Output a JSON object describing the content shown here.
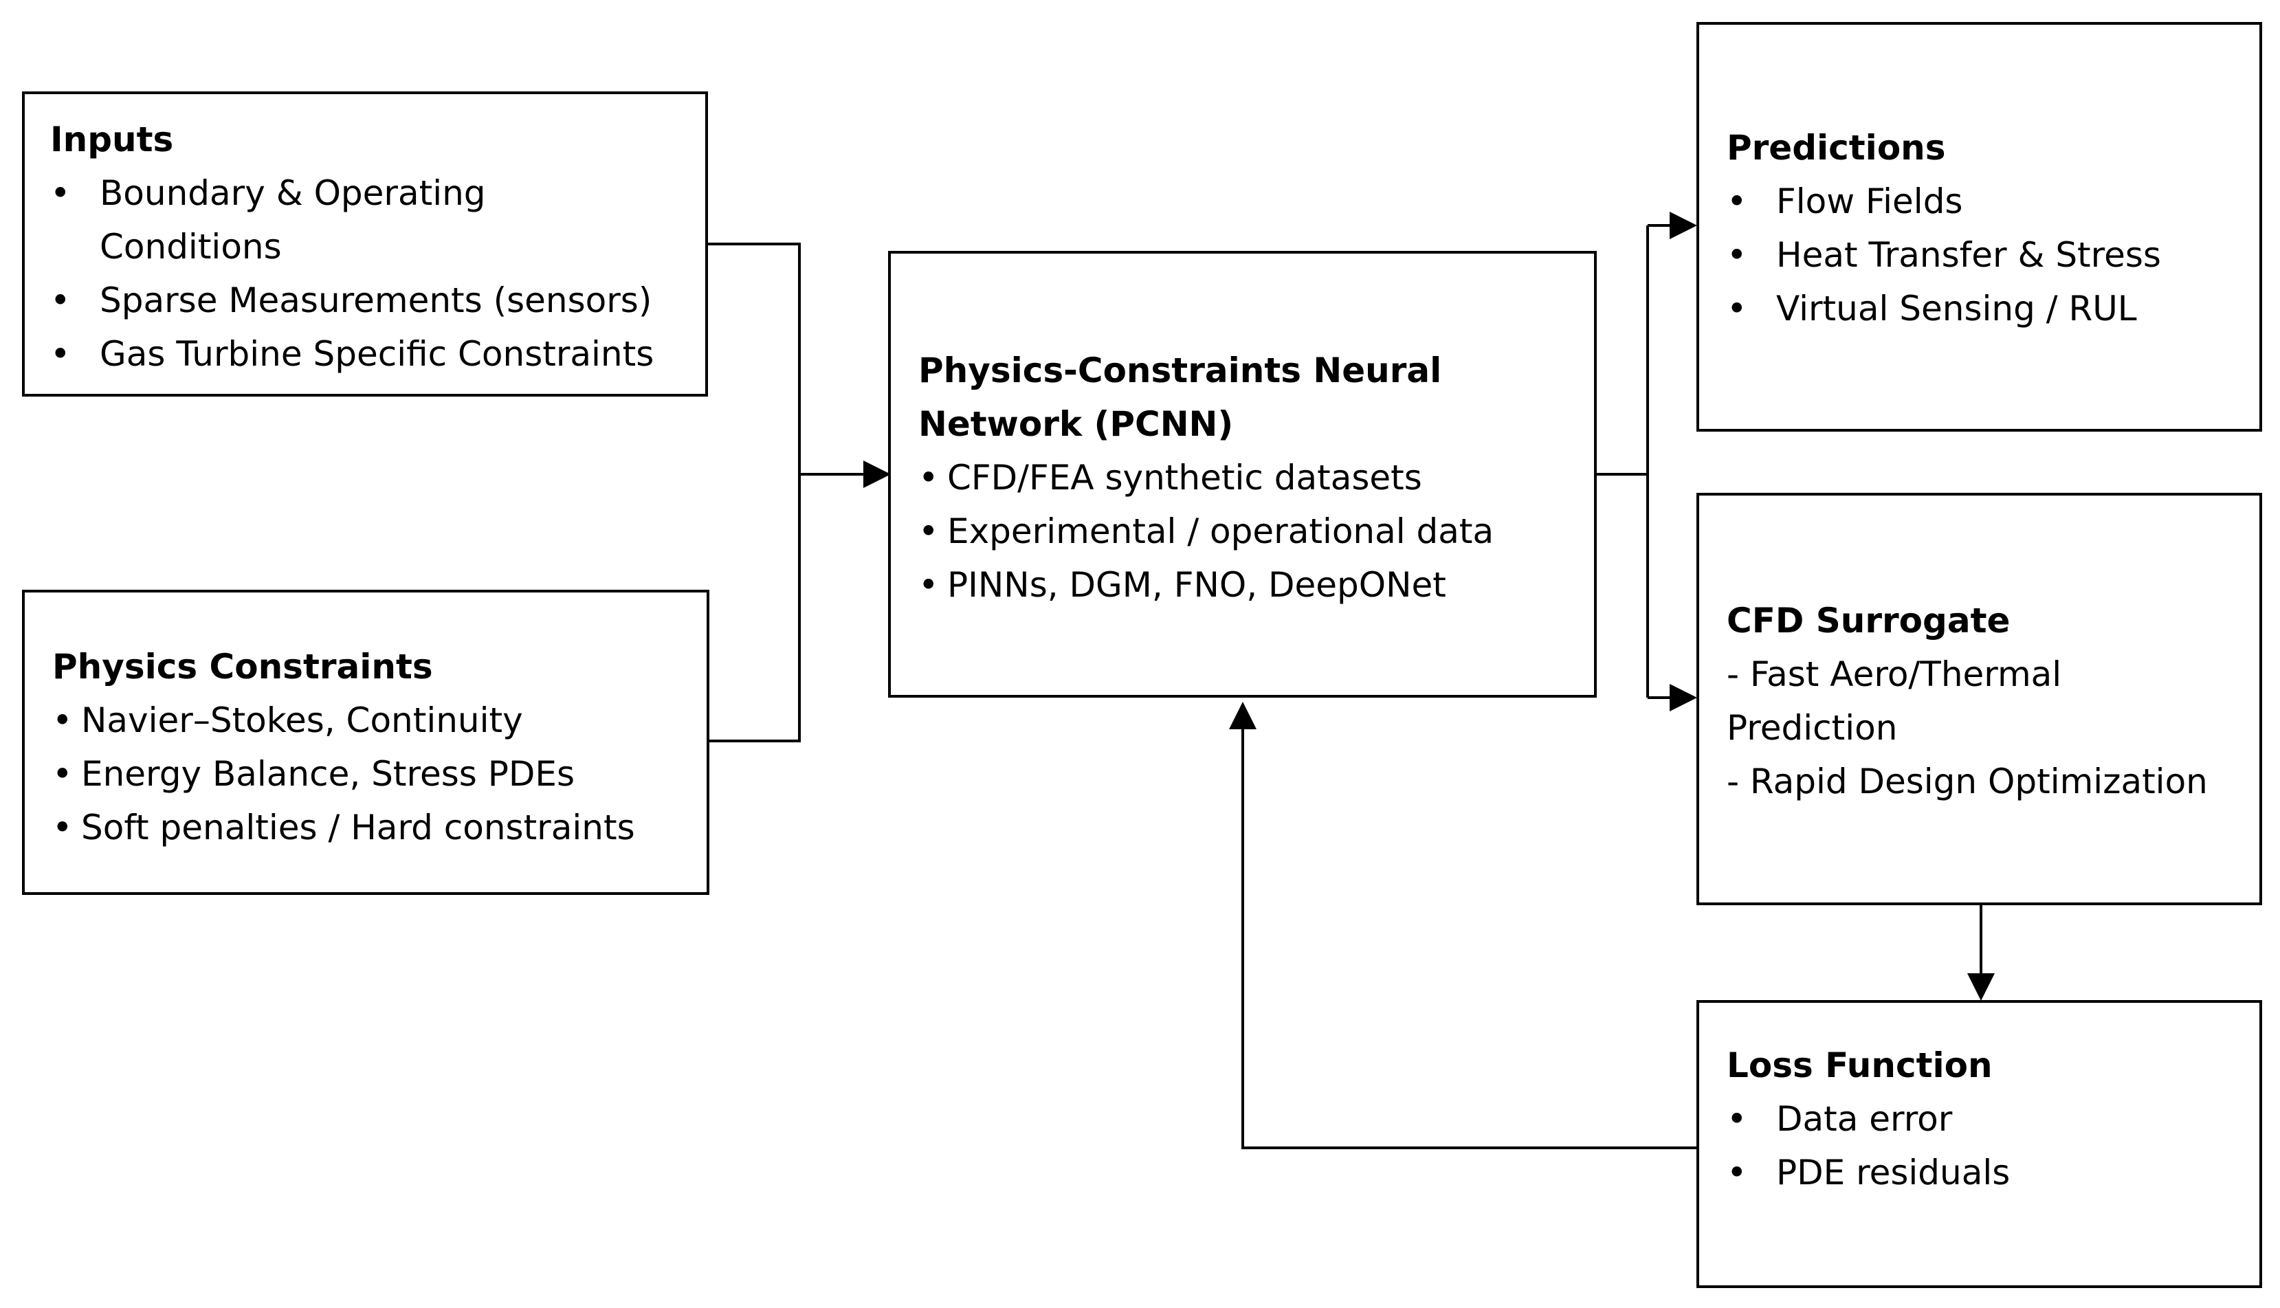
{
  "inputs": {
    "title": "Inputs",
    "items": [
      "Boundary & Operating Conditions",
      "Sparse Measurements (sensors)",
      "Gas Turbine Specific Constraints"
    ]
  },
  "physics": {
    "title": "Physics Constraints",
    "items": [
      "Navier–Stokes, Continuity",
      "Energy Balance, Stress PDEs",
      "Soft penalties / Hard constraints"
    ]
  },
  "pcnn": {
    "title_line1": "Physics-Constraints Neural",
    "title_line2": "Network (PCNN)",
    "items": [
      "CFD/FEA synthetic datasets",
      "Experimental / operational data",
      "PINNs, DGM, FNO, DeepONet"
    ]
  },
  "predictions": {
    "title": "Predictions",
    "items": [
      "Flow Fields",
      "Heat Transfer & Stress",
      "Virtual Sensing / RUL"
    ]
  },
  "surrogate": {
    "title": "CFD Surrogate",
    "lines": [
      "- Fast Aero/Thermal",
      "Prediction",
      "- Rapid Design Optimization"
    ]
  },
  "loss": {
    "title": "Loss Function",
    "items": [
      "Data error",
      "PDE residuals"
    ]
  }
}
